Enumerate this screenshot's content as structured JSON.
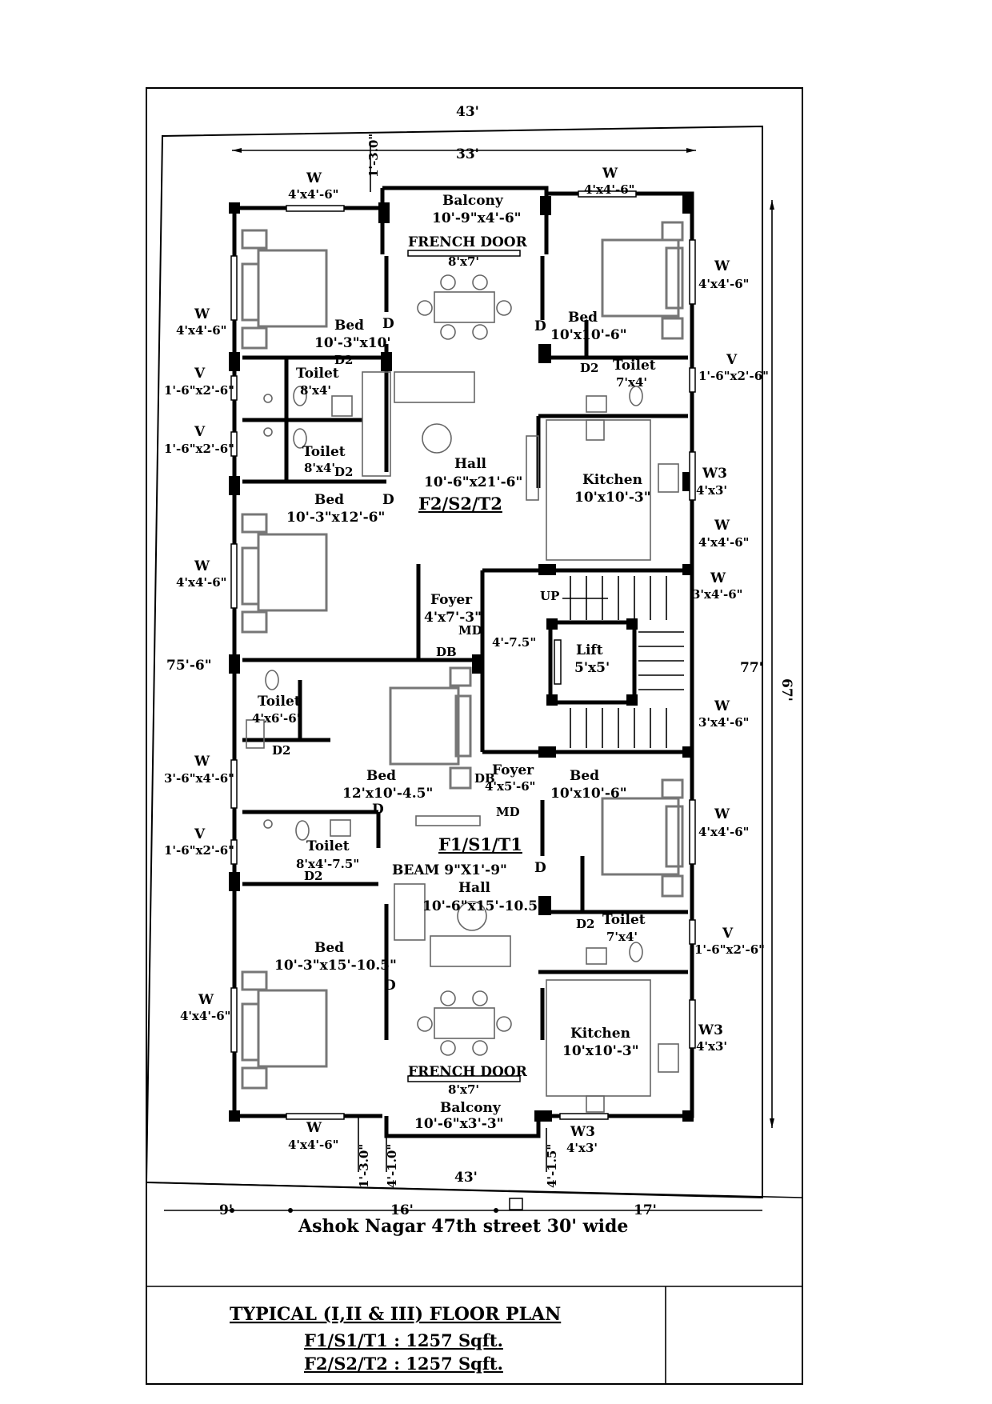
{
  "plot": {
    "width_top": "43'",
    "width_bottom": "43'",
    "building_width": "33'",
    "depth_left": "75'-6\"",
    "depth_right": "77'",
    "depth_inner": "67'",
    "front_setback_left": "1'-3.0\"",
    "front_setback_mid": "4'-1.0\"",
    "front_setback_right": "4'-1.5\"",
    "top_setback": "1'-3.0\"",
    "road_dim_1": "9'",
    "road_dim_2": "16'",
    "road_dim_3": "17'",
    "street": "Ashok Nagar 47th street 30' wide"
  },
  "flats": {
    "upper": "F2/S2/T2",
    "lower": "F1/S1/T1"
  },
  "rooms": {
    "balcony_top": {
      "name": "Balcony",
      "size": "10'-9\"x4'-6\""
    },
    "french_door_top": {
      "name": "FRENCH DOOR",
      "size": "8'x7'"
    },
    "bed_top_left": {
      "name": "Bed",
      "size": "10'-3\"x10'"
    },
    "bed_top_right": {
      "name": "Bed",
      "size": "10'x10'-6\""
    },
    "toilet_1": {
      "name": "Toilet",
      "size": "8'x4'"
    },
    "toilet_2": {
      "name": "Toilet",
      "size": "8'x4'"
    },
    "toilet_3": {
      "name": "Toilet",
      "size": "7'x4'"
    },
    "hall_top": {
      "name": "Hall",
      "size": "10'-6\"x21'-6\""
    },
    "kitchen_top": {
      "name": "Kitchen",
      "size": "10'x10'-3\""
    },
    "bed_mid_left": {
      "name": "Bed",
      "size": "10'-3\"x12'-6\""
    },
    "foyer_top": {
      "name": "Foyer",
      "size": "4'x7'-3\""
    },
    "lift": {
      "name": "Lift",
      "size": "5'x5'"
    },
    "lift_gap": "4'-7.5\"",
    "up": "UP",
    "toilet_4": {
      "name": "Toilet",
      "size": "4'x6'-6\""
    },
    "bed_center": {
      "name": "Bed",
      "size": "12'x10'-4.5\""
    },
    "foyer_bottom": {
      "name": "Foyer",
      "size": "4'x5'-6\""
    },
    "bed_bottom_right": {
      "name": "Bed",
      "size": "10'x10'-6\""
    },
    "toilet_5": {
      "name": "Toilet",
      "size": "8'x4'-7.5\""
    },
    "beam": "BEAM 9\"X1'-9\"",
    "hall_bottom": {
      "name": "Hall",
      "size": "10'-6\"x15'-10.5\""
    },
    "toilet_6": {
      "name": "Toilet",
      "size": "7'x4'"
    },
    "bed_bottom_left": {
      "name": "Bed",
      "size": "10'-3\"x15'-10.5\""
    },
    "kitchen_bottom": {
      "name": "Kitchen",
      "size": "10'x10'-3\""
    },
    "french_door_bottom": {
      "name": "FRENCH DOOR",
      "size": "8'x7'"
    },
    "balcony_bottom": {
      "name": "Balcony",
      "size": "10'-6\"x3'-3\""
    }
  },
  "openings": {
    "w_top_left": {
      "tag": "W",
      "size": "4'x4'-6\""
    },
    "w_top_right": {
      "tag": "W",
      "size": "4'x4'-6\""
    },
    "w_left_1": {
      "tag": "W",
      "size": "4'x4'-6\""
    },
    "v_left_1": {
      "tag": "V",
      "size": "1'-6\"x2'-6\""
    },
    "v_left_2": {
      "tag": "V",
      "size": "1'-6\"x2'-6\""
    },
    "w_left_2": {
      "tag": "W",
      "size": "4'x4'-6\""
    },
    "w_left_3": {
      "tag": "W",
      "size": "3'-6\"x4'-6\""
    },
    "v_left_3": {
      "tag": "V",
      "size": "1'-6\"x2'-6\""
    },
    "w_left_4": {
      "tag": "W",
      "size": "4'x4'-6\""
    },
    "w_right_1": {
      "tag": "W",
      "size": "4'x4'-6\""
    },
    "v_right_1": {
      "tag": "V",
      "size": "1'-6\"x2'-6\""
    },
    "w3_right_1": {
      "tag": "W3",
      "size": "4'x3'"
    },
    "w_right_2": {
      "tag": "W",
      "size": "4'x4'-6\""
    },
    "w_right_3": {
      "tag": "W",
      "size": "3'x4'-6\""
    },
    "w_right_4": {
      "tag": "W",
      "size": "3'x4'-6\""
    },
    "w_right_5": {
      "tag": "W",
      "size": "4'x4'-6\""
    },
    "v_right_2": {
      "tag": "V",
      "size": "1'-6\"x2'-6\""
    },
    "w3_right_2": {
      "tag": "W3",
      "size": "4'x3'"
    },
    "w_bottom_left": {
      "tag": "W",
      "size": "4'x4'-6\""
    },
    "w3_bottom": {
      "tag": "W3",
      "size": "4'x3'"
    }
  },
  "tags": {
    "door": "D",
    "door2": "D2",
    "main_door": "MD",
    "db": "DB"
  },
  "title_block": {
    "title": "TYPICAL (I,II & III) FLOOR PLAN",
    "line1": "F1/S1/T1 : 1257 Sqft.",
    "line2": "F2/S2/T2 : 1257 Sqft."
  }
}
